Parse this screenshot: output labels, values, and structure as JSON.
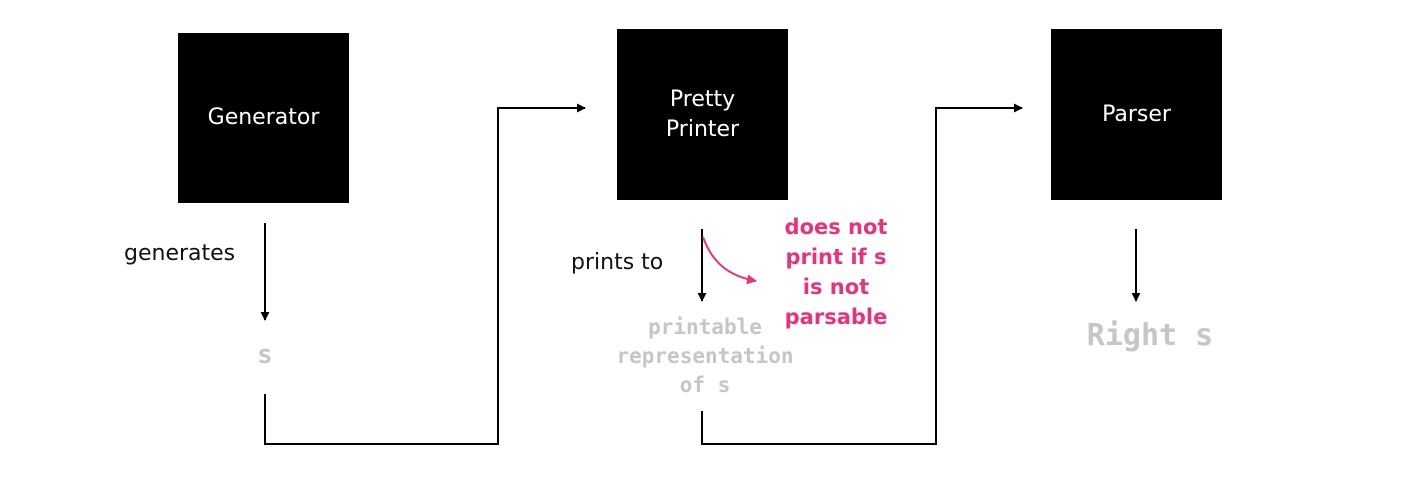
{
  "nodes": {
    "generator": {
      "label": "Generator"
    },
    "pretty_printer": {
      "label": "Pretty\nPrinter"
    },
    "parser": {
      "label": "Parser"
    }
  },
  "edge_labels": {
    "generates": "generates",
    "prints_to": "prints to"
  },
  "values": {
    "s": "s",
    "printable_representation": "printable\nrepresentation\nof s",
    "right_s": "Right s"
  },
  "annotation": {
    "text": "does not\nprint if s\nis not\nparsable",
    "color": "#e8327a"
  },
  "colors": {
    "box_fill": "#000000",
    "box_text": "#ffffff",
    "line": "#000000",
    "value_text": "#c6c6c6"
  }
}
